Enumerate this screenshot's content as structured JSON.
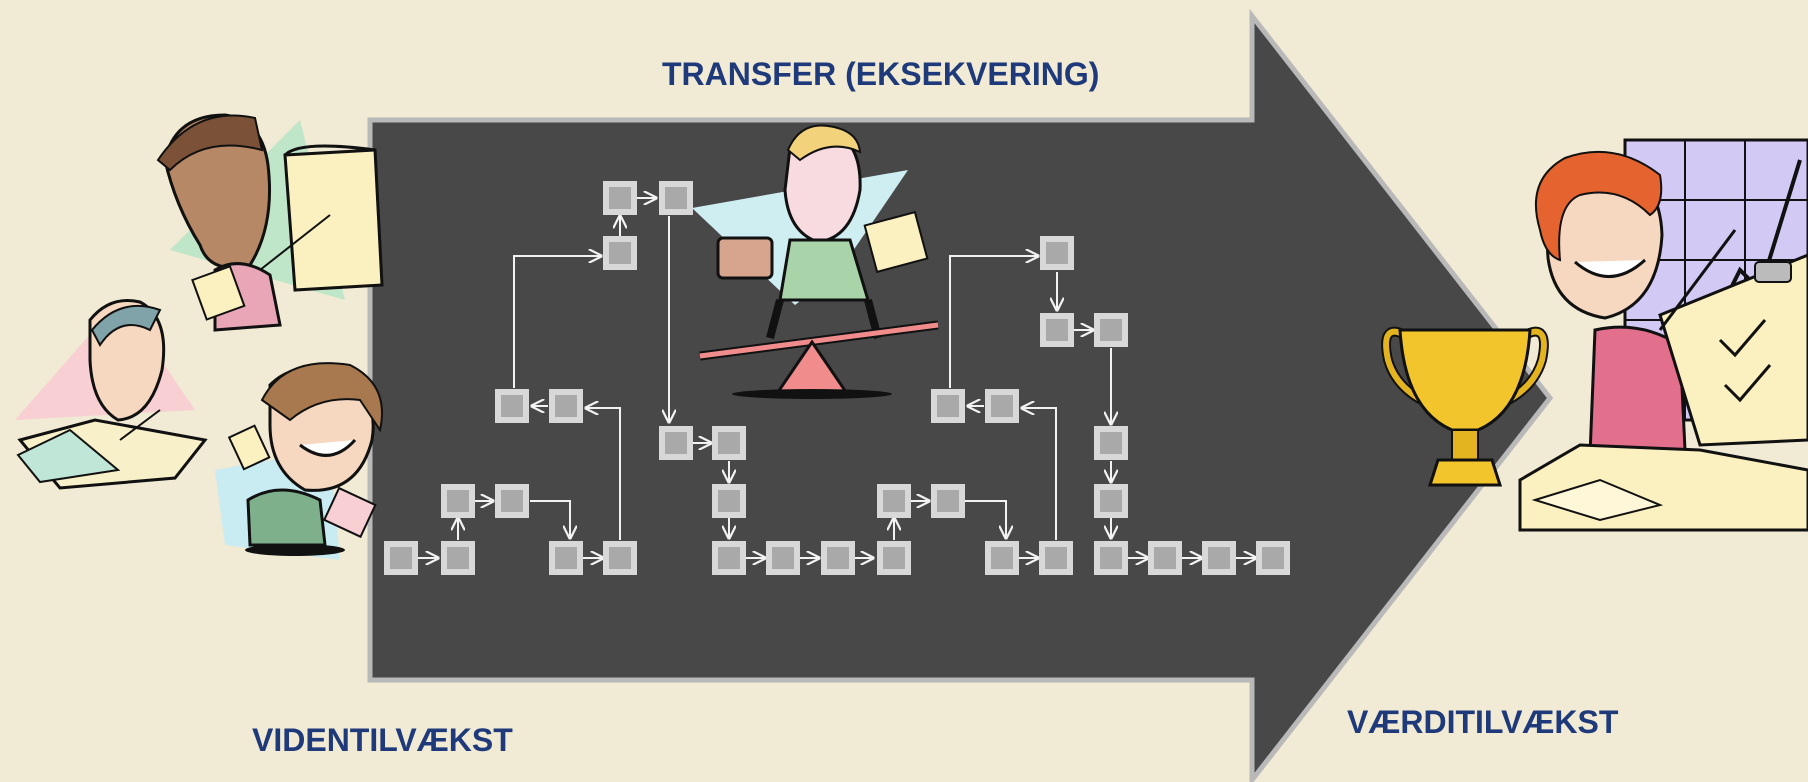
{
  "labels": {
    "top": "TRANSFER (EKSEKVERING)",
    "left": "VIDENTILVÆKST",
    "right": "VÆRDITILVÆKST"
  },
  "colors": {
    "background": "#f1ead4",
    "arrow_fill": "#484848",
    "arrow_border": "#b9b9b9",
    "label_text": "#1e3a7a",
    "node_outer": "#d8d8d8",
    "node_inner": "#a9a9a9",
    "connector": "#f2f2f2"
  },
  "illustrations": [
    {
      "name": "presenter-man-illustration",
      "description": "clipart"
    },
    {
      "name": "writing-man-illustration",
      "description": "clipart"
    },
    {
      "name": "laughing-woman-illustration",
      "description": "clipart"
    },
    {
      "name": "balancing-man-illustration",
      "description": "clipart"
    },
    {
      "name": "trophy-icon",
      "description": "clipart"
    },
    {
      "name": "happy-woman-chart-illustration",
      "description": "clipart"
    }
  ]
}
